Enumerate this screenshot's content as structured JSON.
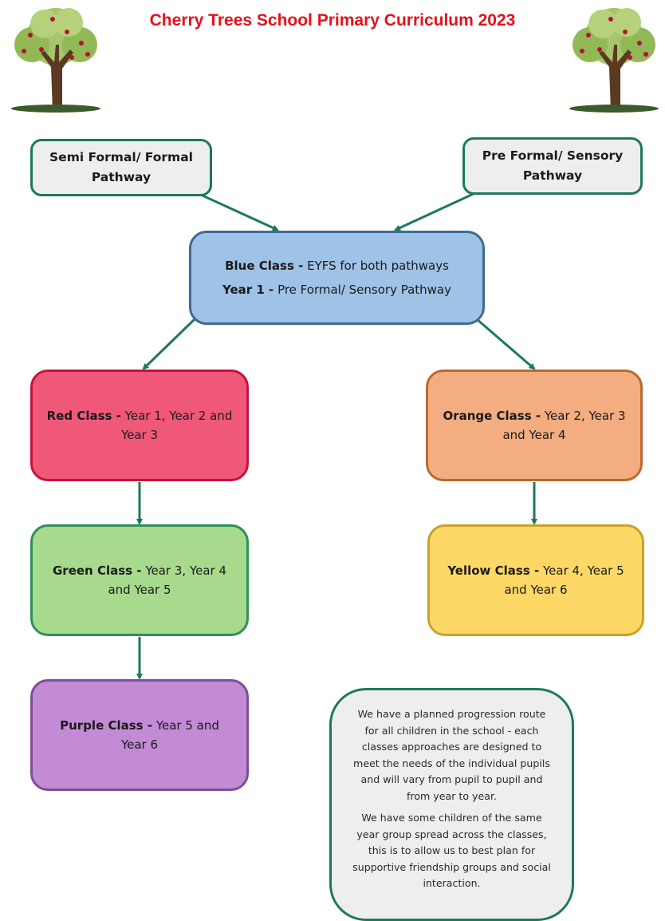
{
  "header": {
    "title": "Cherry Trees School Primary Curriculum 2023"
  },
  "pathways": {
    "left": "Semi Formal/ Formal Pathway",
    "right": "Pre Formal/ Sensory Pathway"
  },
  "classes": {
    "blue": {
      "line1_bold": "Blue Class -",
      "line1_text": " EYFS for both pathways",
      "line2_bold": "Year 1 -",
      "line2_text": " Pre Formal/ Sensory Pathway",
      "fill": "#9fc3e6",
      "border": "#3c6b94"
    },
    "red": {
      "bold": "Red Class -",
      "text": " Year 1, Year 2 and Year 3",
      "fill": "#f0587a",
      "border": "#c4143c"
    },
    "orange": {
      "bold": "Orange Class -",
      "text": " Year 2, Year 3 and Year 4",
      "fill": "#f3ad80",
      "border": "#b96a30"
    },
    "green": {
      "bold": "Green Class -",
      "text": " Year 3, Year 4 and Year 5",
      "fill": "#a8da8e",
      "border": "#2f8f5a"
    },
    "yellow": {
      "bold": "Yellow Class -",
      "text": " Year 4, Year 5 and Year 6",
      "fill": "#fdd866",
      "border": "#c7a32a"
    },
    "purple": {
      "bold": "Purple Class -",
      "text": " Year 5 and Year 6",
      "fill": "#c38ad6",
      "border": "#7d4f93"
    }
  },
  "note": {
    "paragraph1": "We have a planned progression route for all children in the school - each classes approaches are designed to meet the needs of the individual pupils and will vary from pupil to pupil and from year to year.",
    "paragraph2": "We have some children of the same year group spread across the classes, this is to allow us to best plan for supportive friendship groups and social interaction."
  },
  "colors": {
    "title": "#e8101a",
    "connector": "#1c7a5a",
    "pathway_fill": "#eeeeee"
  },
  "icons": [
    "cherry-tree-logo-icon"
  ]
}
